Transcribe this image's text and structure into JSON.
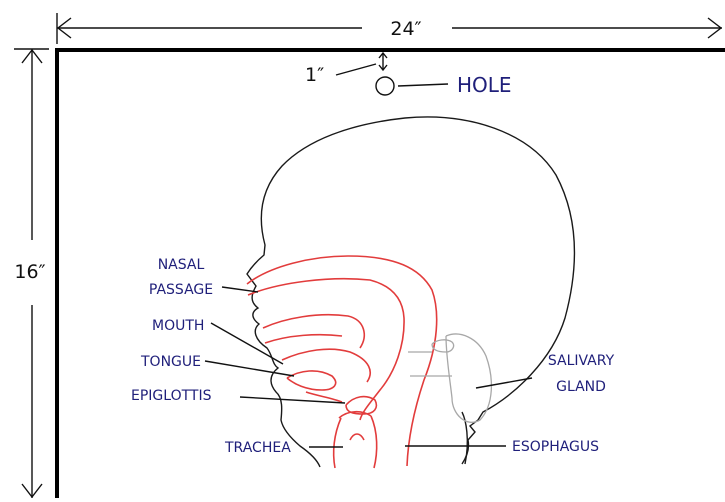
{
  "dimensions": {
    "width": "24″",
    "height": "16″",
    "hole_offset": "1″"
  },
  "labels": {
    "hole": "HOLE",
    "nasal_line1": "NASAL",
    "nasal_line2": "PASSAGE",
    "mouth": "MOUTH",
    "tongue": "TONGUE",
    "epiglottis": "EPIGLOTTIS",
    "trachea": "TRACHEA",
    "salivary_line1": "SALIVARY",
    "salivary_line2": "GLAND",
    "esophagus": "ESOPHAGUS"
  },
  "colors": {
    "label": "#1f1f7a",
    "passage_outline": "#e23c3c",
    "gland_outline": "#a8a8a8",
    "head_outline": "#1a1a1a"
  }
}
